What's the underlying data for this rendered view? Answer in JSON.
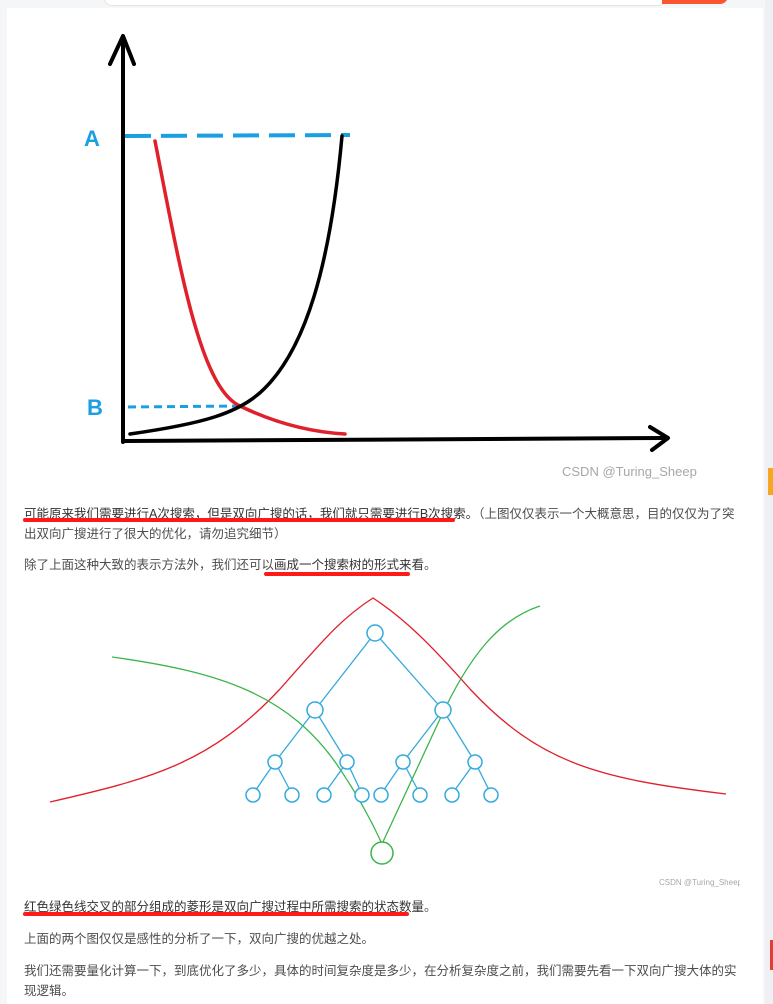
{
  "colors": {
    "axis": "#000000",
    "red_curve": "#e0202a",
    "black_curve": "#000000",
    "dashed_blue": "#1aa0e0",
    "tree_blue": "#33aadd",
    "green_curve": "#3cb44b",
    "underline_red": "#ff1a1a"
  },
  "figure1": {
    "label_a": "A",
    "label_b": "B",
    "watermark": "CSDN @Turing_Sheep"
  },
  "figure2": {
    "watermark": "CSDN @Turing_Sheep"
  },
  "paragraphs": {
    "p1_underlined": "可能原来我们需要进行A次搜索，但是双向广搜的话，我们就只需要进行B次搜索。",
    "p1_rest": "（上图仅仅表示一个大概意思，目的仅仅为了突出双向广搜进行了很大的优化，请勿追究细节）",
    "p2_before": "除了上面这种大致的表示方法外，我们还可以",
    "p2_underlined": "画成一个搜索树的形式来看",
    "p2_after": "。",
    "p3_underlined": "红色绿色线交叉的部分组成的菱形是双向广搜过程中所需搜索的状态数量",
    "p3_after": "。",
    "p4": "上面的两个图仅仅是感性的分析了一下，双向广搜的优越之处。",
    "p5": "我们还需要量化计算一下，到底优化了多少，具体的时间复杂度是多少，在分析复杂度之前，我们需要先看一下双向广搜大体的实现逻辑。"
  }
}
